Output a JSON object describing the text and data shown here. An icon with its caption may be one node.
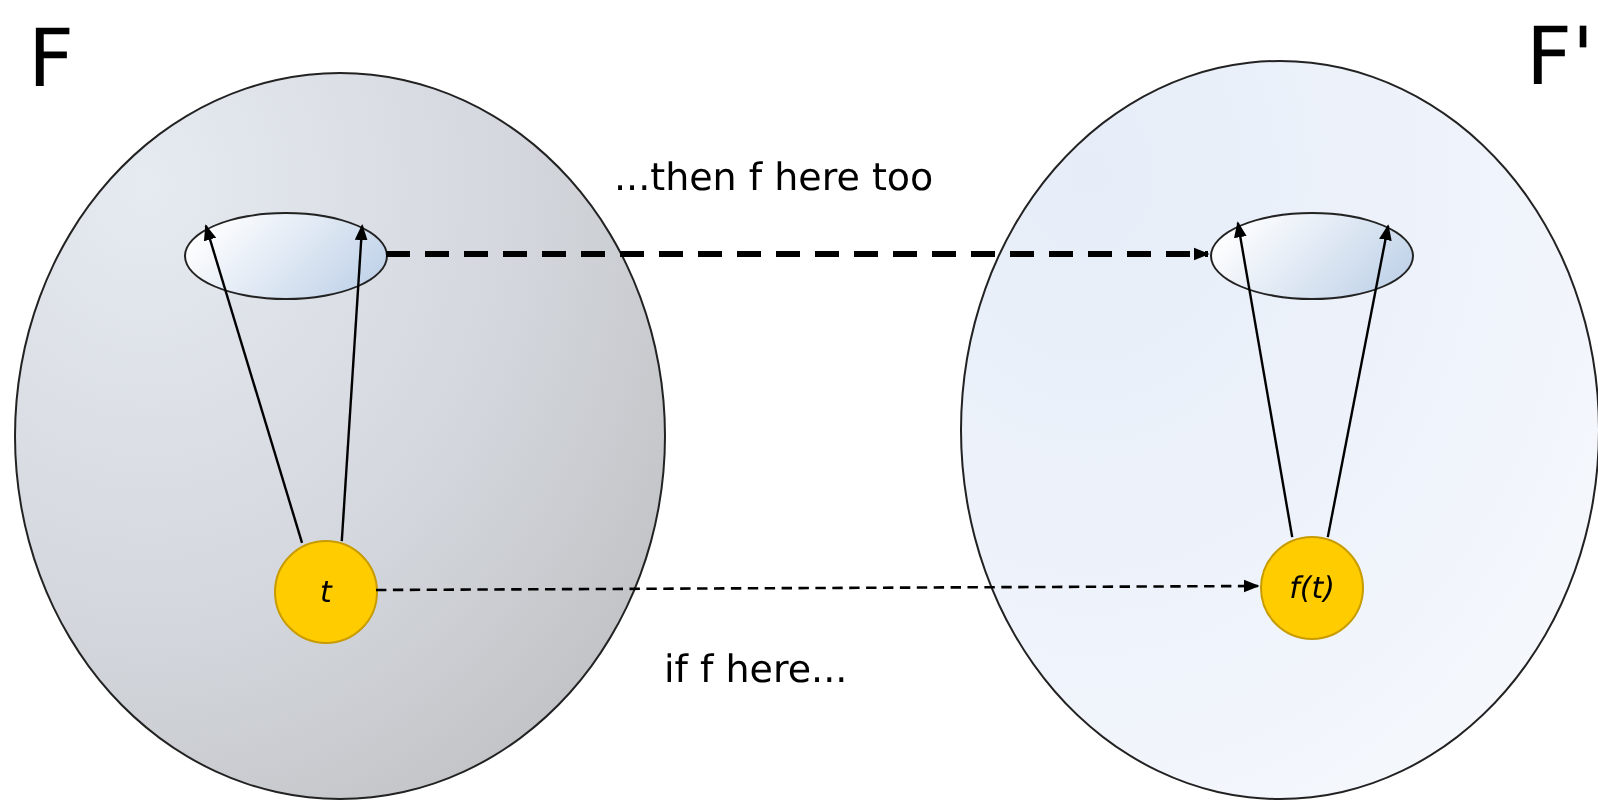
{
  "diagram": {
    "nodes": [
      {
        "text": [
          "F"
        ]
      },
      {
        "text": [],
        "shape": "ellipse",
        "in": 0
      },
      {
        "text": [
          "t"
        ],
        "in": 0
      },
      {
        "text": [
          "F'"
        ]
      },
      {
        "text": [],
        "shape": "ellipse",
        "in": 3
      },
      {
        "text": [
          "f(t)"
        ],
        "in": 3
      }
    ],
    "edges": [
      {
        "from": 2,
        "to": 1,
        "arrow": "to"
      },
      {
        "from": 2,
        "to": 1,
        "arrow": "to"
      },
      {
        "from": 5,
        "to": 4,
        "arrow": "to"
      },
      {
        "from": 5,
        "to": 4,
        "arrow": "to"
      },
      {
        "from": 1,
        "to": 4,
        "arrow": "to",
        "style": "dashed",
        "label": "...then f here too"
      },
      {
        "from": 2,
        "to": 5,
        "arrow": "to",
        "style": "dashed",
        "label": "if f here..."
      }
    ]
  }
}
